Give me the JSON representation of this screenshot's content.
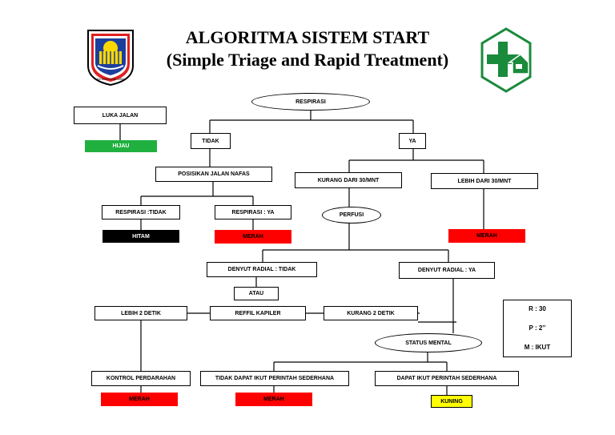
{
  "header": {
    "title_line1": "ALGORITMA SISTEM START",
    "title_line2": "(Simple Triage and Rapid Treatment)",
    "logo_left_text": "SAI BUMI RUWA JURAI"
  },
  "nodes": {
    "respirasi": "RESPIRASI",
    "luka_jalan": "LUKA JALAN",
    "hijau": "HIJAU",
    "tidak": "TIDAK",
    "ya": "YA",
    "posisikan": "POSISIKAN JALAN NAFAS",
    "kurang30": "KURANG DARI 30/MNT",
    "lebih30": "LEBIH DARI 30/MNT",
    "resp_tidak": "RESPIRASI :TIDAK",
    "resp_ya": "RESPIRASI : YA",
    "perfusi": "PERFUSI",
    "hitam": "HITAM",
    "merah1": "MERAH",
    "merah2": "MERAH",
    "denyut_tidak": "DENYUT RADIAL : TIDAK",
    "denyut_ya": "DENYUT RADIAL : YA",
    "atau": "ATAU",
    "lebih2": "LEBIH 2 DETIK",
    "reffil": "REFFIL KAPILER",
    "kurang2": "KURANG 2 DETIK",
    "status_mental": "STATUS MENTAL",
    "kontrol": "KONTROL PERDARAHAN",
    "tidak_dapat": "TIDAK DAPAT IKUT PERINTAH SEDERHANA",
    "dapat": "DAPAT IKUT PERINTAH SEDERHANA",
    "merah3": "MERAH",
    "merah4": "MERAH",
    "kuning": "KUNING"
  },
  "legend": {
    "r": "R : 30",
    "p": "P : 2’’",
    "m": "M : IKUT"
  },
  "colors": {
    "hijau": "#20b040",
    "hitam": "#000000",
    "merah": "#ff0000",
    "kuning": "#ffff00",
    "logo_green": "#1a8a3c"
  }
}
